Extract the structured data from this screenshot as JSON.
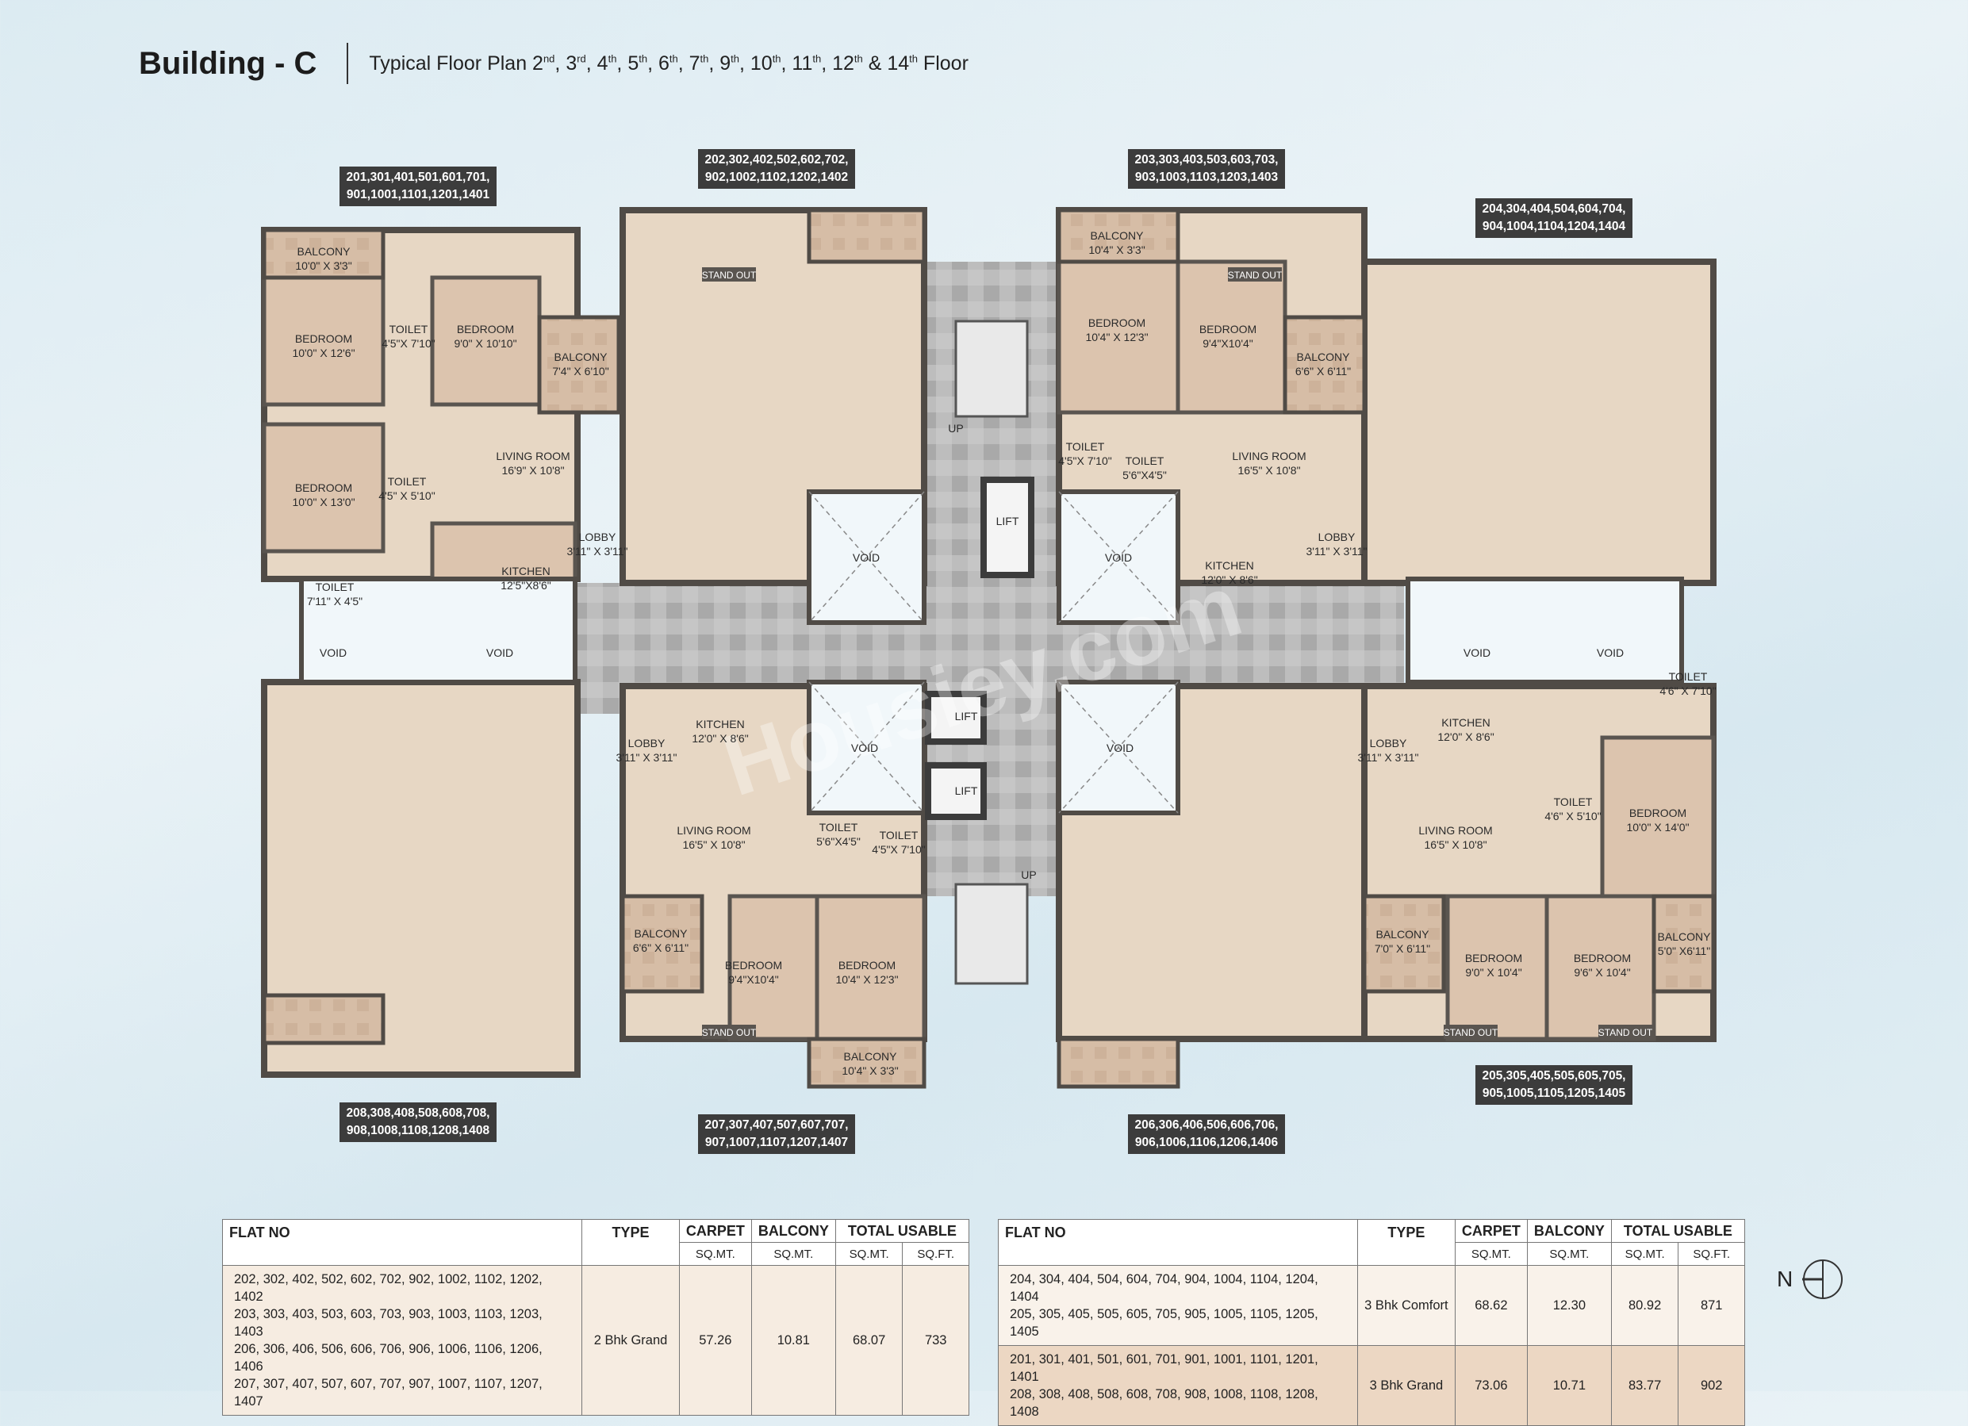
{
  "header": {
    "building": "Building - C",
    "subtitle": "Typical Floor Plan 2nd, 3rd, 4th, 5th, 6th, 7th, 9th, 10th, 11th, 12th & 14th Floor"
  },
  "watermark": "Housiey.com",
  "flat_labels": [
    {
      "l1": "201,301,401,501,601,701,",
      "l2": "901,1001,1101,1201,1401"
    },
    {
      "l1": "202,302,402,502,602,702,",
      "l2": "902,1002,1102,1202,1402"
    },
    {
      "l1": "203,303,403,503,603,703,",
      "l2": "903,1003,1103,1203,1403"
    },
    {
      "l1": "204,304,404,504,604,704,",
      "l2": "904,1004,1104,1204,1404"
    },
    {
      "l1": "208,308,408,508,608,708,",
      "l2": "908,1008,1108,1208,1408"
    },
    {
      "l1": "207,307,407,507,607,707,",
      "l2": "907,1007,1107,1207,1407"
    },
    {
      "l1": "206,306,406,506,606,706,",
      "l2": "906,1006,1106,1206,1406"
    },
    {
      "l1": "205,305,405,505,605,705,",
      "l2": "905,1005,1105,1205,1405"
    }
  ],
  "rooms": {
    "balcony": "BALCONY",
    "bedroom": "BEDROOM",
    "toilet": "TOILET",
    "living": "LIVING ROOM",
    "kitchen": "KITCHEN",
    "lobby": "LOBBY",
    "void": "VOID",
    "lift": "LIFT",
    "up": "UP",
    "stand_out": "STAND OUT",
    "d_10_3": "10'0\" X 3'3\"",
    "d_10_12_6": "10'0\" X 12'6\"",
    "d_4_5_7_10": "4'5\"X 7'10\"",
    "d_9_10_10": "9'0\" X 10'10\"",
    "d_7_4_6_10": "7'4\" X 6'10\"",
    "d_16_9_10_8": "16'9\" X 10'8\"",
    "d_10_13": "10'0\" X 13'0\"",
    "d_4_5_5_10": "4'5\" X 5'10\"",
    "d_12_5_8_6": "12'5\"X8'6\"",
    "d_3_11_3_11": "3'11\" X 3'11\"",
    "d_7_11_4_5": "7'11\" X 4'5\"",
    "d_10_4_3_3": "10'4\" X 3'3\"",
    "d_10_4_12_3": "10'4\" X 12'3\"",
    "d_9_4_10_4": "9'4\"X10'4\"",
    "d_6_6_6_11": "6'6\" X 6'11\"",
    "d_4_5_7_10b": "4'5\"X 7'10\"",
    "d_5_6_4_5": "5'6\"X4'5\"",
    "d_16_5_10_8": "16'5\" X 10'8\"",
    "d_12_8_6": "12'0\" X 8'6\"",
    "d_4_6_7_10": "4'6\" X 7'10\"",
    "d_4_6_5_10": "4'6\" X 5'10\"",
    "d_10_14": "10'0\" X 14'0\"",
    "d_7_6_11": "7'0\" X 6'11\"",
    "d_9_10_4": "9'0\" X 10'4\"",
    "d_9_6_10_4": "9'6\" X 10'4\"",
    "d_5_6_11": "5'0\" X6'11\""
  },
  "table1": {
    "headers": [
      "FLAT NO",
      "TYPE",
      "CARPET",
      "BALCONY",
      "TOTAL USABLE"
    ],
    "sub": [
      "SQ.MT.",
      "SQ.MT.",
      "SQ.MT.",
      "SQ.FT."
    ],
    "rows": [
      {
        "flats": [
          "202, 302, 402, 502, 602, 702, 902, 1002, 1102, 1202, 1402",
          "203, 303, 403, 503, 603, 703, 903, 1003, 1103, 1203, 1403",
          "206, 306, 406, 506, 606, 706, 906, 1006, 1106, 1206, 1406",
          "207, 307, 407, 507, 607, 707, 907, 1007, 1107, 1207, 1407"
        ],
        "type": "2 Bhk Grand",
        "carpet": "57.26",
        "balcony": "10.81",
        "usable_sqmt": "68.07",
        "usable_sqft": "733"
      }
    ]
  },
  "table2": {
    "headers": [
      "FLAT NO",
      "TYPE",
      "CARPET",
      "BALCONY",
      "TOTAL USABLE"
    ],
    "sub": [
      "SQ.MT.",
      "SQ.MT.",
      "SQ.MT.",
      "SQ.FT."
    ],
    "rows": [
      {
        "flats": [
          "204, 304, 404, 504, 604, 704, 904, 1004, 1104, 1204, 1404",
          "205, 305, 405, 505, 605, 705, 905, 1005, 1105, 1205, 1405"
        ],
        "type": "3 Bhk Comfort",
        "carpet": "68.62",
        "balcony": "12.30",
        "usable_sqmt": "80.92",
        "usable_sqft": "871"
      },
      {
        "flats": [
          "201, 301, 401, 501, 601, 701, 901, 1001, 1101, 1201, 1401",
          "208, 308, 408, 508, 608, 708, 908, 1008, 1108, 1208, 1408"
        ],
        "type": "3 Bhk Grand",
        "carpet": "73.06",
        "balcony": "10.71",
        "usable_sqmt": "83.77",
        "usable_sqft": "902"
      }
    ]
  },
  "compass": "N",
  "colors": {
    "wall": "#5a5652",
    "floor": "#eadfcf",
    "balcony": "#d7bfaa",
    "room": "#e4cdb7",
    "corridor": "#b9b9b9",
    "void": "#f2f8fa"
  }
}
